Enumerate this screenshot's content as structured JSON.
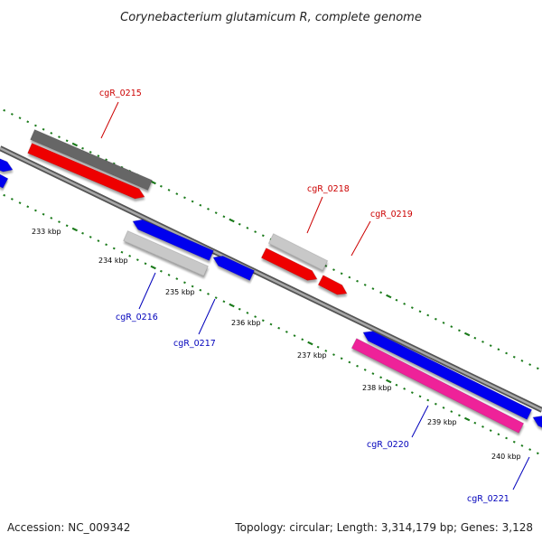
{
  "title": "Corynebacterium glutamicum R, complete genome",
  "footer": {
    "accession": "Accession: NC_009342",
    "summary": "Topology: circular; Length: 3,314,179 bp; Genes: 3,128"
  },
  "colors": {
    "forward_label": "#cc0000",
    "reverse_label": "#0000bb",
    "tick": "#1a7a1a",
    "backbone": "#777777",
    "blue_gene": "#0000ee",
    "red_gene": "#ee0000",
    "gray_dark": "#666666",
    "gray_light": "#c8c8c8",
    "pink_gene": "#ee2299"
  },
  "kbp_labels": [
    "233 kbp",
    "234 kbp",
    "235 kbp",
    "236 kbp",
    "237 kbp",
    "238 kbp",
    "239 kbp",
    "240 kbp"
  ],
  "genes": [
    {
      "id": "cgR_0215",
      "strand": "forward",
      "color": "gray_dark"
    },
    {
      "id": "cgR_0216",
      "strand": "reverse",
      "color": "gray_light"
    },
    {
      "id": "cgR_0217",
      "strand": "reverse",
      "color": "blue_gene"
    },
    {
      "id": "cgR_0218",
      "strand": "forward",
      "color": "gray_light"
    },
    {
      "id": "cgR_0219",
      "strand": "forward",
      "color": "red_gene"
    },
    {
      "id": "cgR_0220",
      "strand": "reverse",
      "color": "pink_gene"
    },
    {
      "id": "cgR_0221",
      "strand": "reverse",
      "color": "blue_gene"
    }
  ]
}
